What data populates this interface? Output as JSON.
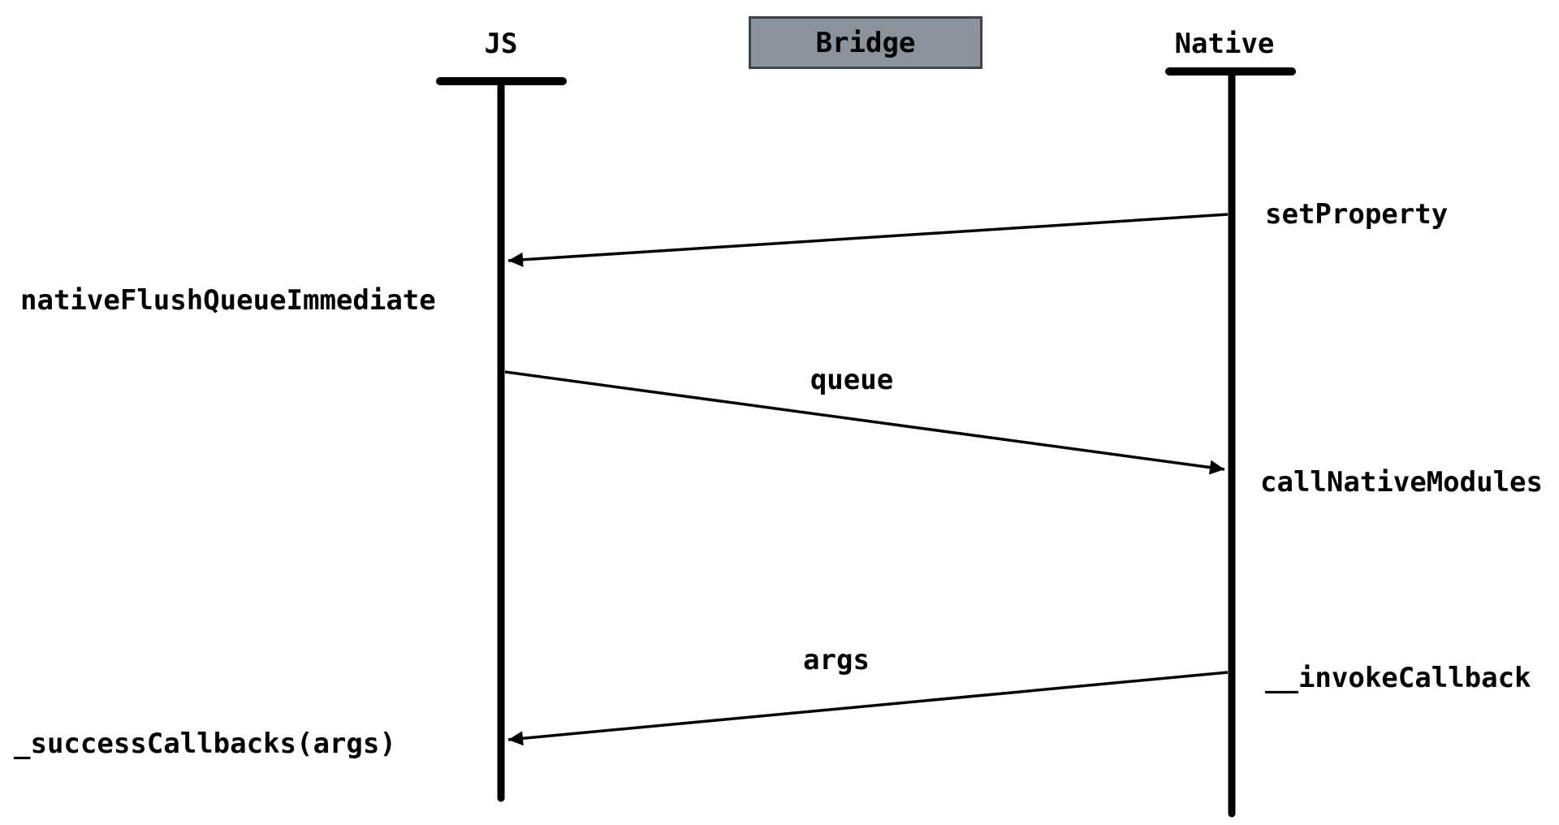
{
  "actors": {
    "js": "JS",
    "native": "Native"
  },
  "bridge": {
    "label": "Bridge",
    "fill": "#8A929C",
    "border": "#3F444A"
  },
  "messages": {
    "set_property": "setProperty",
    "native_flush_queue_immediate": "nativeFlushQueueImmediate",
    "queue": "queue",
    "call_native_modules": "callNativeModules",
    "args": "args",
    "invoke_callback": "__invokeCallback",
    "success_callbacks": "_successCallbacks(args)"
  },
  "colors": {
    "lifeline": "#000000",
    "arrow": "#000000",
    "text": "#000000",
    "background": "#FFFFFF"
  }
}
